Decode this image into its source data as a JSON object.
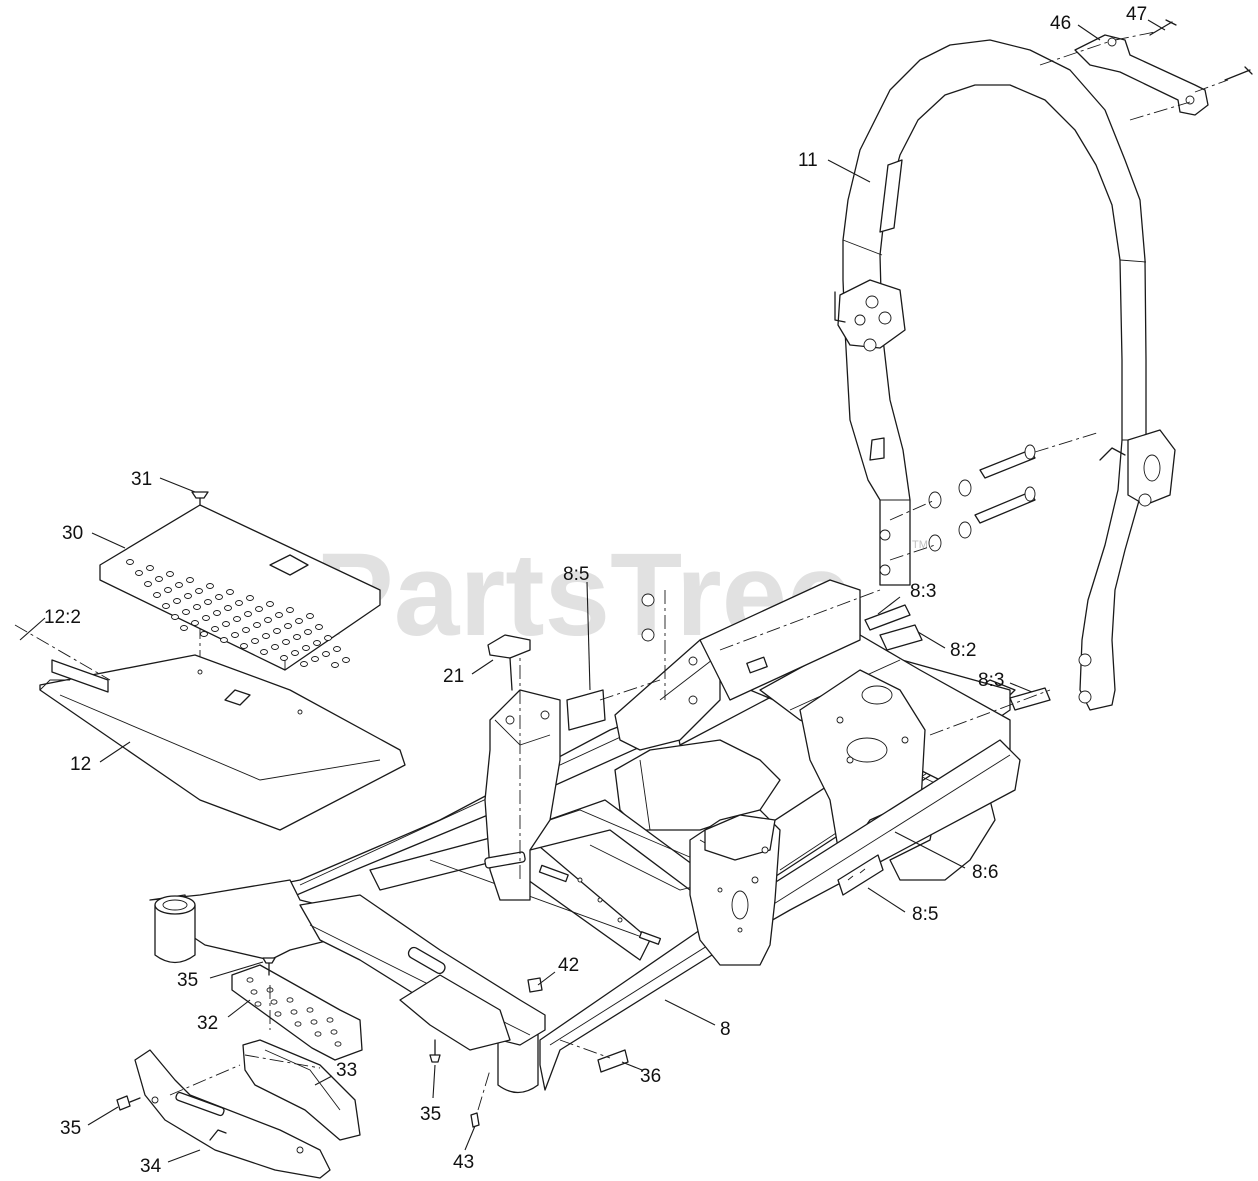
{
  "watermark": {
    "text": "PartsTree",
    "trademark": "TM"
  },
  "callouts": [
    {
      "id": "c47",
      "label": "47"
    },
    {
      "id": "c46",
      "label": "46"
    },
    {
      "id": "c11",
      "label": "11"
    },
    {
      "id": "c31",
      "label": "31"
    },
    {
      "id": "c30",
      "label": "30"
    },
    {
      "id": "c12-2",
      "label": "12:2"
    },
    {
      "id": "c12",
      "label": "12"
    },
    {
      "id": "c21",
      "label": "21"
    },
    {
      "id": "c8-5a",
      "label": "8:5"
    },
    {
      "id": "c8-3a",
      "label": "8:3"
    },
    {
      "id": "c8-2",
      "label": "8:2"
    },
    {
      "id": "c8-3b",
      "label": "8:3"
    },
    {
      "id": "c8-6",
      "label": "8:6"
    },
    {
      "id": "c8-5b",
      "label": "8:5"
    },
    {
      "id": "c35a",
      "label": "35"
    },
    {
      "id": "c42",
      "label": "42"
    },
    {
      "id": "c32",
      "label": "32"
    },
    {
      "id": "c8",
      "label": "8"
    },
    {
      "id": "c33",
      "label": "33"
    },
    {
      "id": "c36",
      "label": "36"
    },
    {
      "id": "c35b",
      "label": "35"
    },
    {
      "id": "c35c",
      "label": "35"
    },
    {
      "id": "c34",
      "label": "34"
    },
    {
      "id": "c43",
      "label": "43"
    }
  ]
}
